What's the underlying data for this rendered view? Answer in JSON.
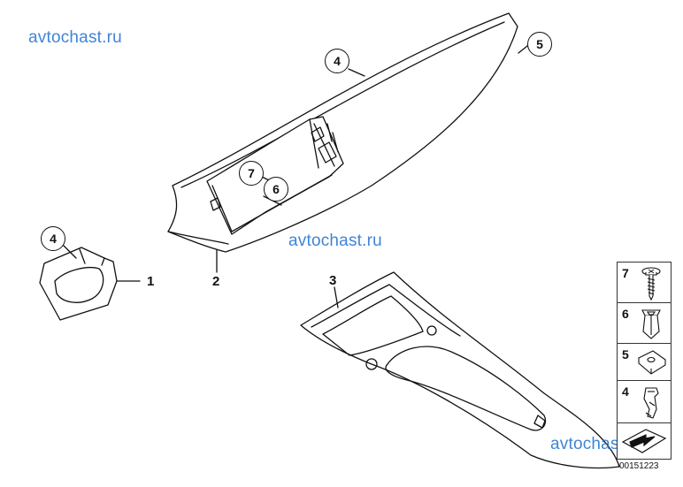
{
  "watermarks": [
    "avtochast.ru",
    "avtochast.ru",
    "avtochast.ru"
  ],
  "part_labels": [
    "1",
    "2",
    "3"
  ],
  "callouts": [
    "4",
    "5",
    "7",
    "6",
    "4"
  ],
  "hardware_panel": {
    "items": [
      {
        "number": "7",
        "icon": "screw-icon"
      },
      {
        "number": "6",
        "icon": "expanding-nut-icon"
      },
      {
        "number": "5",
        "icon": "clip-nut-icon"
      },
      {
        "number": "4",
        "icon": "spring-clip-icon"
      },
      {
        "number": "",
        "icon": "reference-arrow-icon"
      }
    ]
  },
  "diagram_id": "00151223"
}
